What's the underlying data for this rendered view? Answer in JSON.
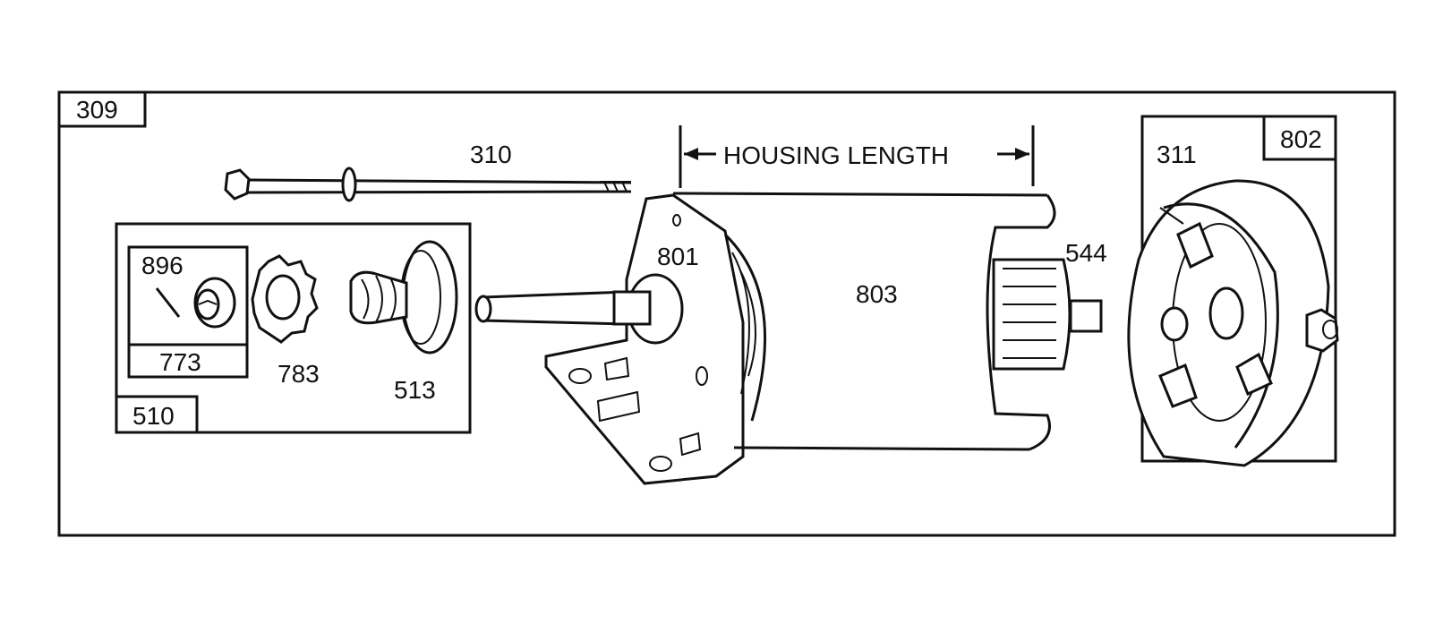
{
  "parts": {
    "outer_box": "309",
    "bolt": "310",
    "drive_kit": "510",
    "pin": "896",
    "retainer_kit": "773",
    "gear": "783",
    "pinion": "513",
    "drive_end_cap": "801",
    "housing": "803",
    "armature": "544",
    "brush_end_kit": "802",
    "brush": "311"
  },
  "dimension": {
    "label": "HOUSING LENGTH"
  }
}
